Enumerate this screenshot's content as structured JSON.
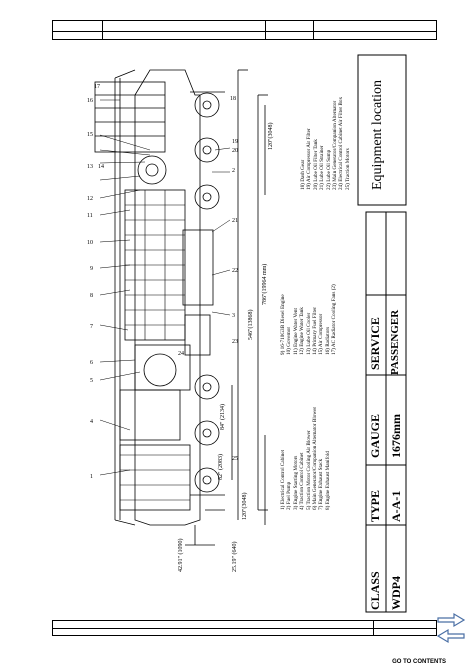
{
  "table": {
    "headers": [
      "CLASS",
      "TYPE",
      "GAUGE",
      "SERVICE"
    ],
    "values": [
      "WDP4",
      "A-A-1",
      "1676mm",
      "PASSENGER"
    ]
  },
  "title": "Equipment location",
  "legend_left": [
    "1)  Electrical Control Cabinet",
    "2)  Fuel Pump",
    "3)  Engine Starting Motors",
    "4)  Traction Control Cabinet",
    "5)  Traction Motor Cooling Air Blower",
    "6)  Main Generator/Companion Alternator Blower",
    "7)  Engine Exhaust Stack",
    "8)  Engine Exhaust Manifold"
  ],
  "legend_mid": [
    "9)  16-710G3B Diesel Engine",
    "10) Governor",
    "11) Engine Water Vent",
    "12) Engine Water Tank",
    "13) Lube Oil Cooler",
    "14) Primary Fuel Filter",
    "15) Air Compressor",
    "16) Radiators",
    "17) AC Radiator Cooling Fans (2)"
  ],
  "legend_right": [
    "18) Dash Gear",
    "19) Air Compressor Air Filter",
    "20) Lube Oil Filter Tank",
    "21) Lube Oil Strainer",
    "22) Lube Oil Sump",
    "23) Main Generator/Companion Alternator",
    "24) Electrical Control Cabinet Air Filter Box",
    "25) Traction Motors"
  ],
  "dimensions": {
    "d1": "42.91\"",
    "d1m": "(1090)",
    "d2": "25.19\"",
    "d2m": "(640)",
    "d3": "82\"",
    "d3m": "(2083)",
    "d4": "120\"(3048)",
    "d5": "84\"",
    "d5m": "(2134)",
    "d6": "546\"(13868)",
    "d7": "786\"(19964 mm)",
    "d8": "120\"(3048)"
  },
  "callouts": [
    "1",
    "2",
    "3",
    "4",
    "5",
    "6",
    "7",
    "8",
    "9",
    "10",
    "11",
    "12",
    "13",
    "14",
    "15",
    "16",
    "17",
    "18",
    "19",
    "20",
    "21",
    "22",
    "23",
    "24",
    "25"
  ],
  "footer": {
    "goto": "GO TO CONTENTS"
  }
}
